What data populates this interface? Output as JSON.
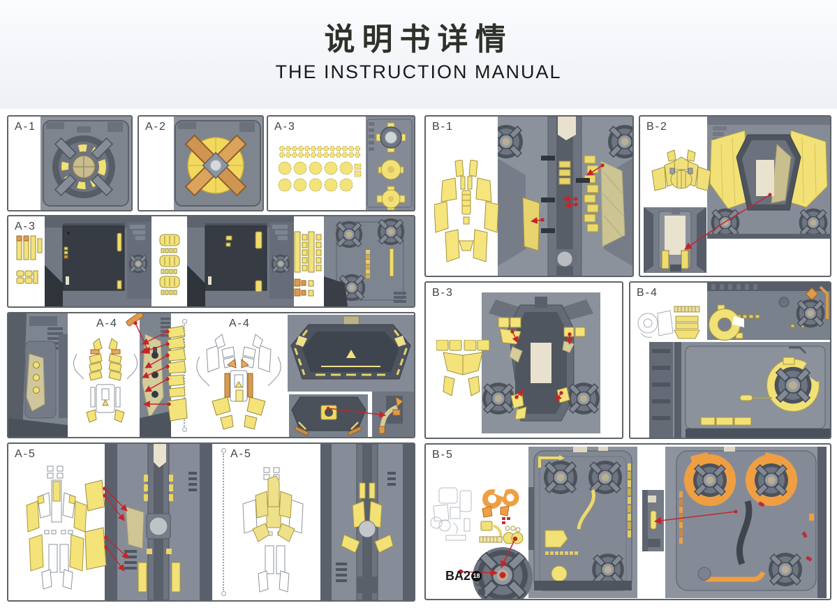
{
  "header": {
    "title": "说明书详情",
    "subtitle": "THE INSTRUCTION MANUAL"
  },
  "panels": {
    "a1": {
      "label": "A-1"
    },
    "a2": {
      "label": "A-2"
    },
    "a3_parts": {
      "label": "A-3"
    },
    "a3_main": {
      "label": "A-3"
    },
    "a4_left": {
      "label": "A-4"
    },
    "a4_right": {
      "label": "A-4"
    },
    "a5_left": {
      "label": "A-5"
    },
    "a5_right": {
      "label": "A-5"
    },
    "b1": {
      "label": "B-1"
    },
    "b2": {
      "label": "B-2"
    },
    "b3": {
      "label": "B-3"
    },
    "b4": {
      "label": "B-4"
    },
    "b5": {
      "label": "B-5"
    }
  },
  "callout": {
    "part_code": "BA2",
    "badge_number": "18"
  },
  "colors": {
    "accent_yellow": "#f3e379",
    "accent_orange": "#ef9f42",
    "arrow_red": "#c5242b",
    "photo_gray": "#8b929c",
    "panel_border": "#5f6468",
    "title_text": "#2e3129"
  }
}
